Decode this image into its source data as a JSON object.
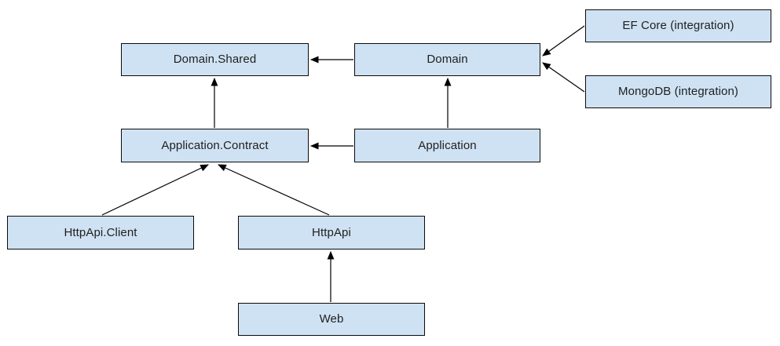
{
  "diagram": {
    "type": "dependency-graph",
    "nodes": {
      "domain_shared": {
        "label": "Domain.Shared"
      },
      "domain": {
        "label": "Domain"
      },
      "ef_core": {
        "label": "EF Core (integration)"
      },
      "mongodb": {
        "label": "MongoDB (integration)"
      },
      "application_contract": {
        "label": "Application.Contract"
      },
      "application": {
        "label": "Application"
      },
      "httpapi_client": {
        "label": "HttpApi.Client"
      },
      "httpapi": {
        "label": "HttpApi"
      },
      "web": {
        "label": "Web"
      }
    },
    "edges": [
      {
        "from": "domain",
        "to": "domain_shared"
      },
      {
        "from": "application_contract",
        "to": "domain_shared"
      },
      {
        "from": "application",
        "to": "application_contract"
      },
      {
        "from": "application",
        "to": "domain"
      },
      {
        "from": "ef_core",
        "to": "domain"
      },
      {
        "from": "mongodb",
        "to": "domain"
      },
      {
        "from": "httpapi_client",
        "to": "application_contract"
      },
      {
        "from": "httpapi",
        "to": "application_contract"
      },
      {
        "from": "web",
        "to": "httpapi"
      }
    ],
    "colors": {
      "node_fill": "#cfe2f3",
      "node_border": "#0b0b0b",
      "arrow": "#000000",
      "background": "#ffffff",
      "text": "#1f1f1f"
    }
  }
}
